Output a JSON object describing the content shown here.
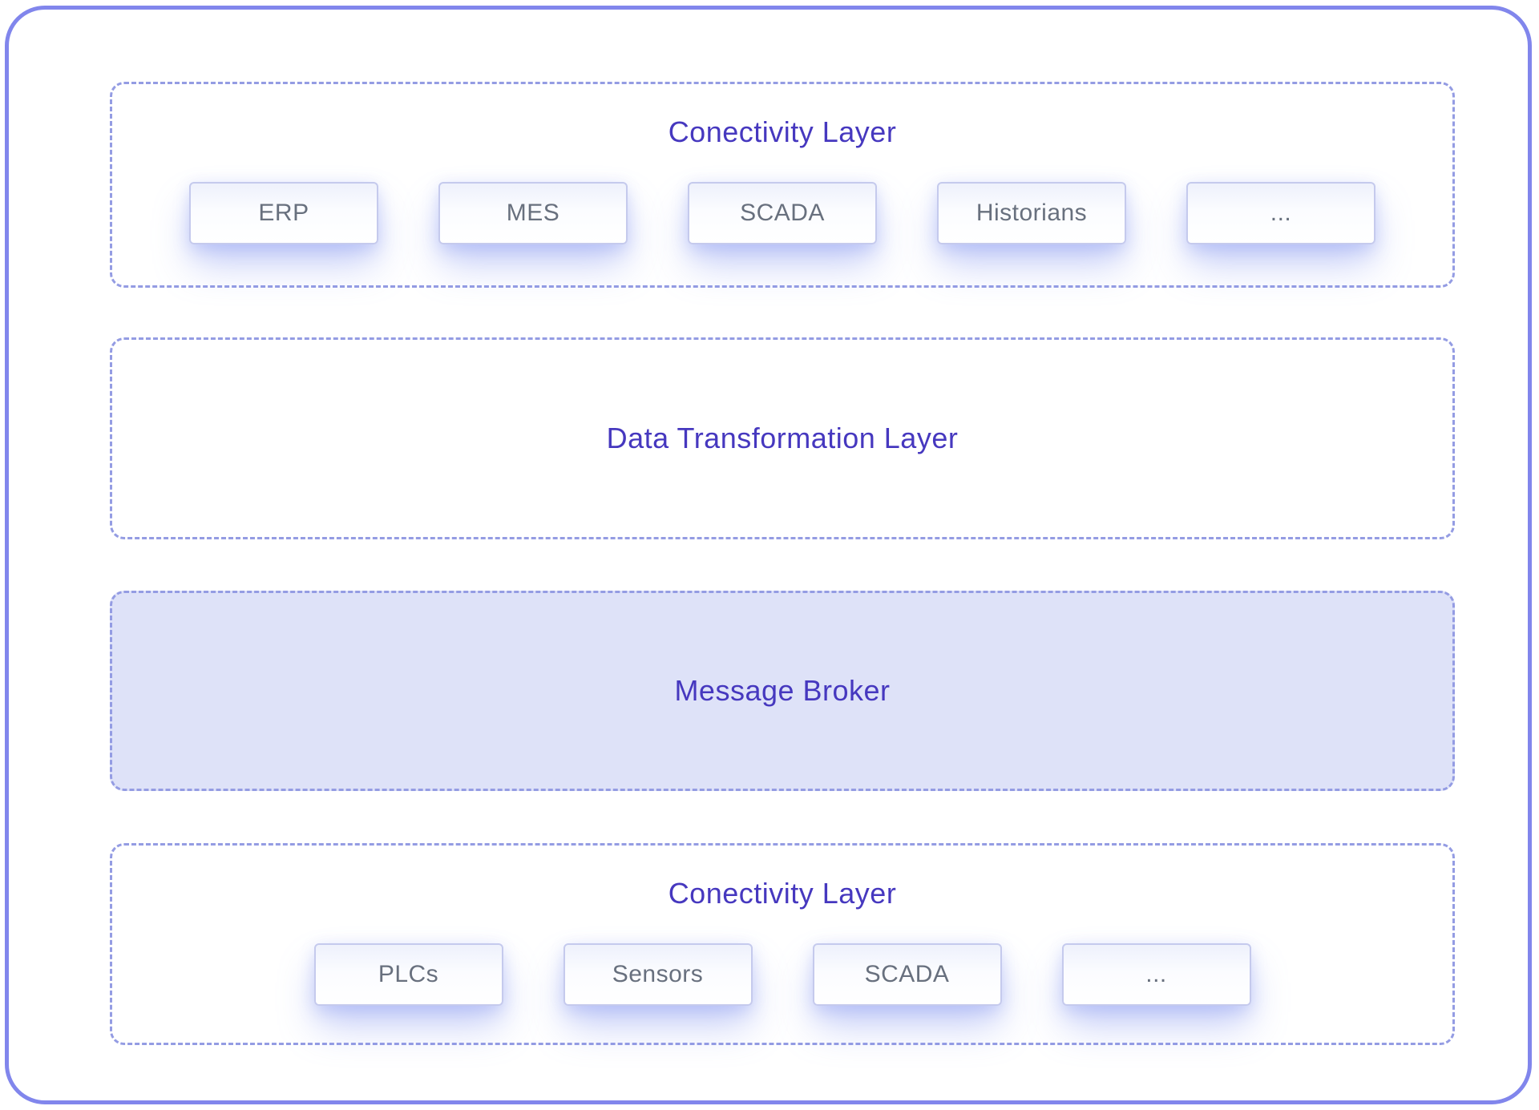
{
  "diagram": {
    "type": "layered-architecture",
    "layers": [
      {
        "id": "connectivity-top",
        "title": "Conectivity Layer",
        "items": [
          "ERP",
          "MES",
          "SCADA",
          "Historians",
          "..."
        ]
      },
      {
        "id": "data-transformation",
        "title": "Data Transformation Layer",
        "items": []
      },
      {
        "id": "message-broker",
        "title": "Message Broker",
        "items": [],
        "filled": true
      },
      {
        "id": "connectivity-bottom",
        "title": "Conectivity Layer",
        "items": [
          "PLCs",
          "Sensors",
          "SCADA",
          "..."
        ]
      }
    ],
    "colors": {
      "outer_border": "#8186ec",
      "dashed_border": "#949ce3",
      "title_text": "#4638bf",
      "item_text": "#68707e",
      "broker_fill": "#dee2f8",
      "chip_border": "#c5caed",
      "chip_glow": "rgba(130,148,240,0.45)",
      "background": "#ffffff"
    }
  }
}
